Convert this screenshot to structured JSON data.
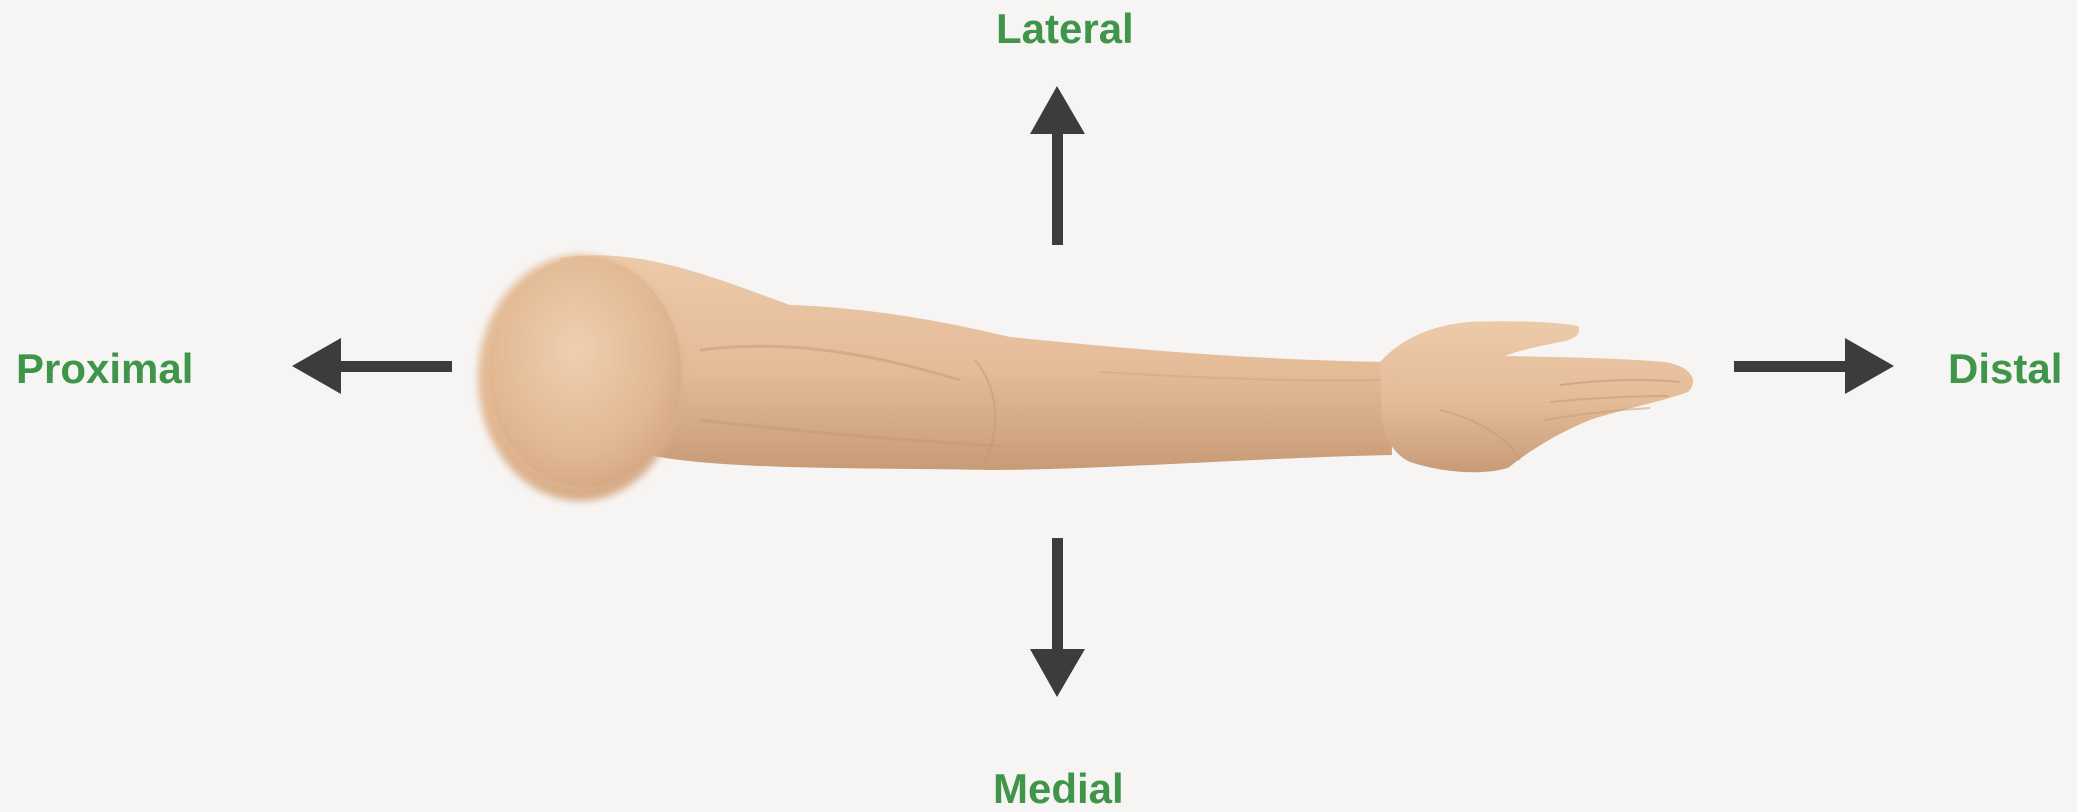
{
  "labels": {
    "lateral": "Lateral",
    "medial": "Medial",
    "proximal": "Proximal",
    "distal": "Distal"
  },
  "colors": {
    "label": "#3f9549",
    "arrow": "#3c3c3c",
    "background": "#f7f5f4",
    "skin": "#e8c4a2",
    "skin_shadow": "#c99d79"
  },
  "icons": {
    "arrow_up": "arrow-up-icon",
    "arrow_down": "arrow-down-icon",
    "arrow_left": "arrow-left-icon",
    "arrow_right": "arrow-right-icon",
    "arm": "outstretched-arm-image"
  }
}
